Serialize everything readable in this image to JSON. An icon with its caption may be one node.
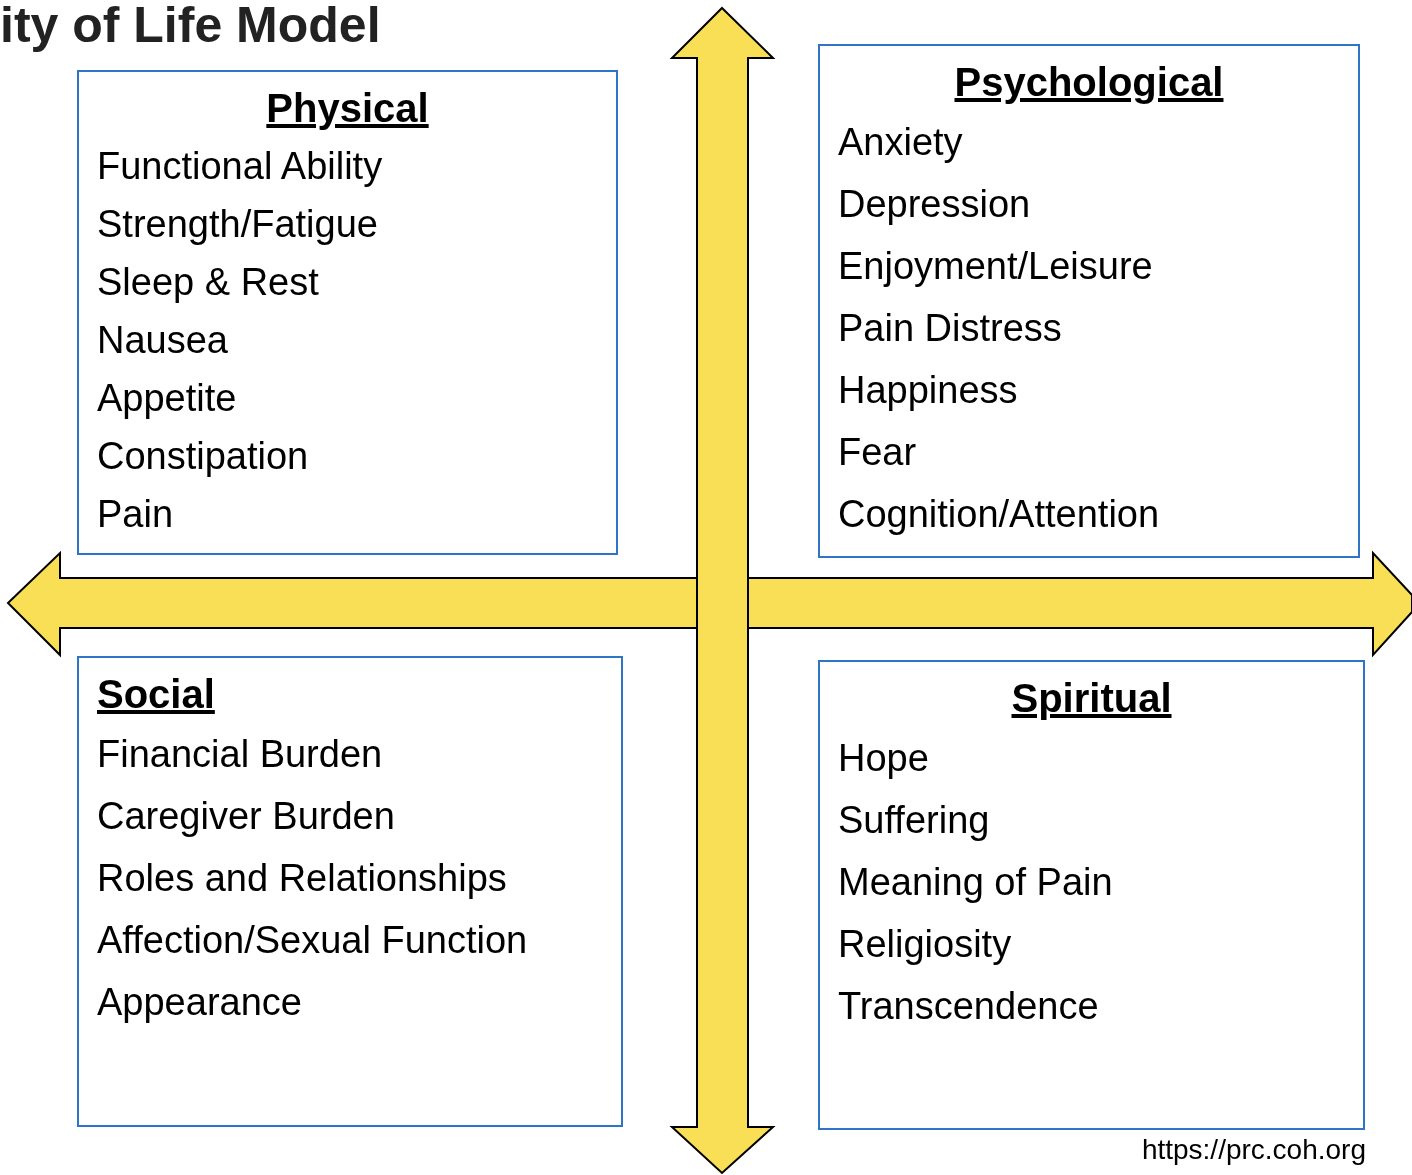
{
  "diagram": {
    "title": "ity of Life Model",
    "nodes": [
      {
        "text": [
          "Physical",
          "Functional Ability",
          "Strength/Fatigue",
          "Sleep & Rest",
          "Nausea",
          "Appetite",
          "Constipation",
          "Pain"
        ]
      },
      {
        "text": [
          "Psychological",
          "Anxiety",
          "Depression",
          "Enjoyment/Leisure",
          "Pain Distress",
          "Happiness",
          "Fear",
          "Cognition/Attention"
        ]
      },
      {
        "text": [
          "Social",
          "Financial Burden",
          "Caregiver Burden",
          "Roles and Relationships",
          "Affection/Sexual Function",
          "Appearance"
        ]
      },
      {
        "text": [
          "Spiritual",
          "Hope",
          "Suffering",
          "Meaning of Pain",
          "Religiosity",
          "Transcendence"
        ]
      }
    ],
    "labels": [
      "https://prc.coh.org"
    ]
  }
}
